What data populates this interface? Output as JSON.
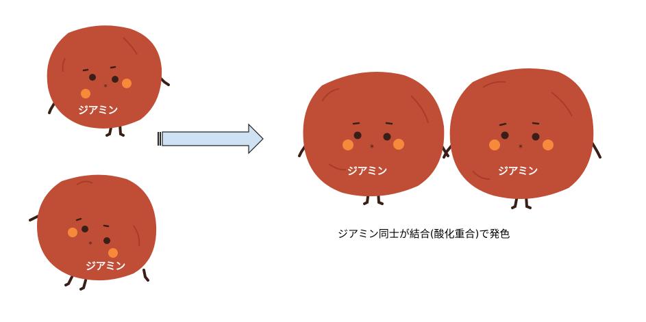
{
  "characters": [
    {
      "label": "ジアミン"
    },
    {
      "label": "ジアミン"
    },
    {
      "label": "ジアミン"
    },
    {
      "label": "ジアミン"
    }
  ],
  "caption": "ジアミン同士が結合(酸化重合)で発色",
  "colors": {
    "body": "#c04e36",
    "body_line": "#a83c27",
    "cheek": "#f7893a",
    "feature": "#3a1e18",
    "arrow_fill": "#cfe2f3",
    "arrow_stroke": "#222222"
  }
}
